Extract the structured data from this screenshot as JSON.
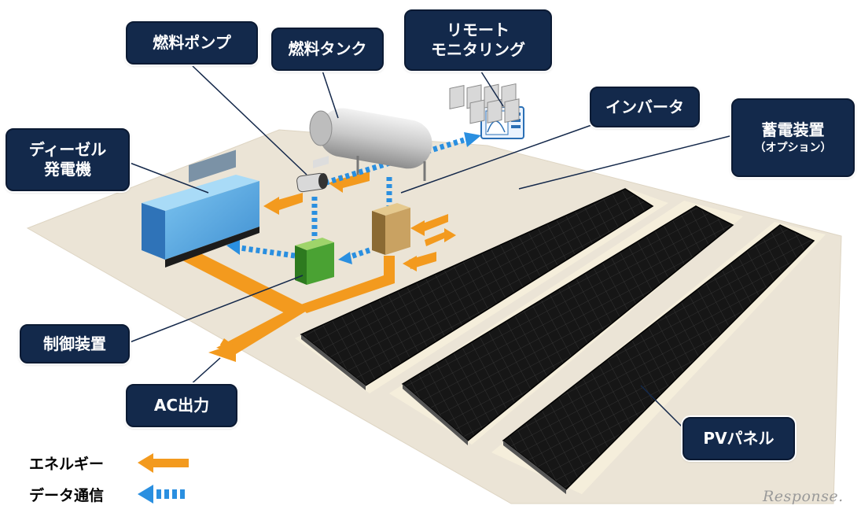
{
  "labels": {
    "fuel_pump": "燃料ポンプ",
    "fuel_tank": "燃料タンク",
    "remote_monitoring_line1": "リモート",
    "remote_monitoring_line2": "モニタリング",
    "inverter": "インバータ",
    "storage_line1": "蓄電装置",
    "storage_line2": "（オプション）",
    "diesel_line1": "ディーゼル",
    "diesel_line2": "発電機",
    "controller": "制御装置",
    "ac_output": "AC出力",
    "pv_panel": "PVパネル"
  },
  "legend": {
    "energy": "エネルギー",
    "data": "データ通信"
  },
  "watermark": "Response.",
  "colors": {
    "callout_bg": "#13294b",
    "energy_arrow": "#f39a1e",
    "data_arrow": "#2a8fe0",
    "ground": "#ebe4d6",
    "panel": "#141414"
  }
}
